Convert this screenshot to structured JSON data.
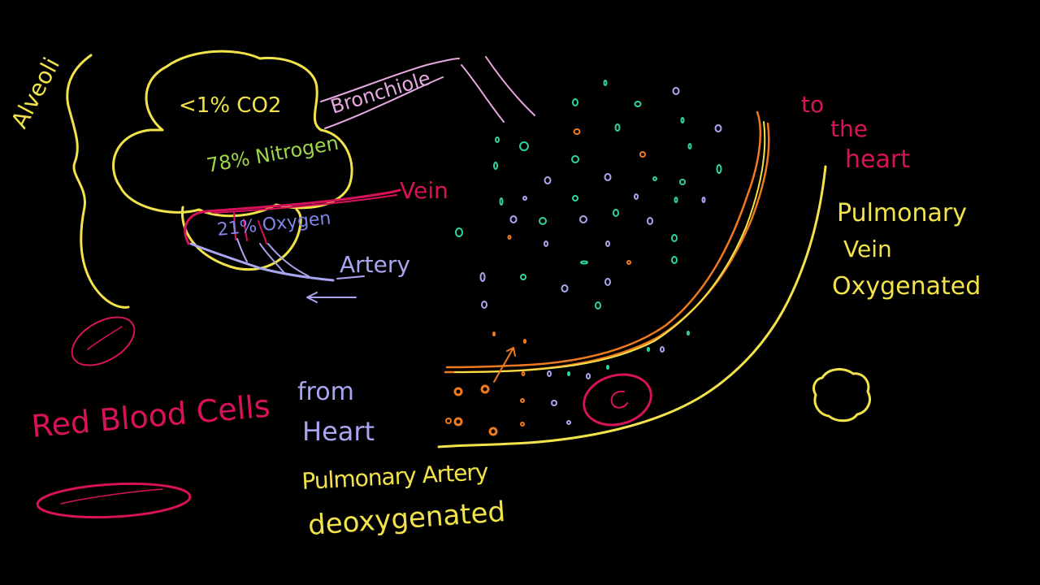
{
  "colors": {
    "background": "#000000",
    "yellow": "#f2e34a",
    "green": "#9ed64a",
    "pink": "#d8125a",
    "lavender": "#a9a6f0",
    "orange": "#f07a1e",
    "light_pink": "#e6a8e0",
    "teal": "#2fd49a"
  },
  "labels": {
    "alveoli": "Alveoli",
    "bronchiole": "Bronchiole",
    "co2": "<1% CO2",
    "nitrogen": "78% Nitrogen",
    "oxygen": "21% Oxygen",
    "vein": "Vein",
    "artery": "Artery",
    "red_blood_cells": "Red Blood Cells",
    "from_heart_1": "from",
    "from_heart_2": "Heart",
    "pulmonary_artery": "Pulmonary Artery",
    "deoxygenated": "deoxygenated",
    "to_heart_1": "to",
    "to_heart_2": "the",
    "to_heart_3": "heart",
    "pulmonary_vein_1": "Pulmonary",
    "pulmonary_vein_2": "Vein",
    "oxygenated": "Oxygenated"
  }
}
